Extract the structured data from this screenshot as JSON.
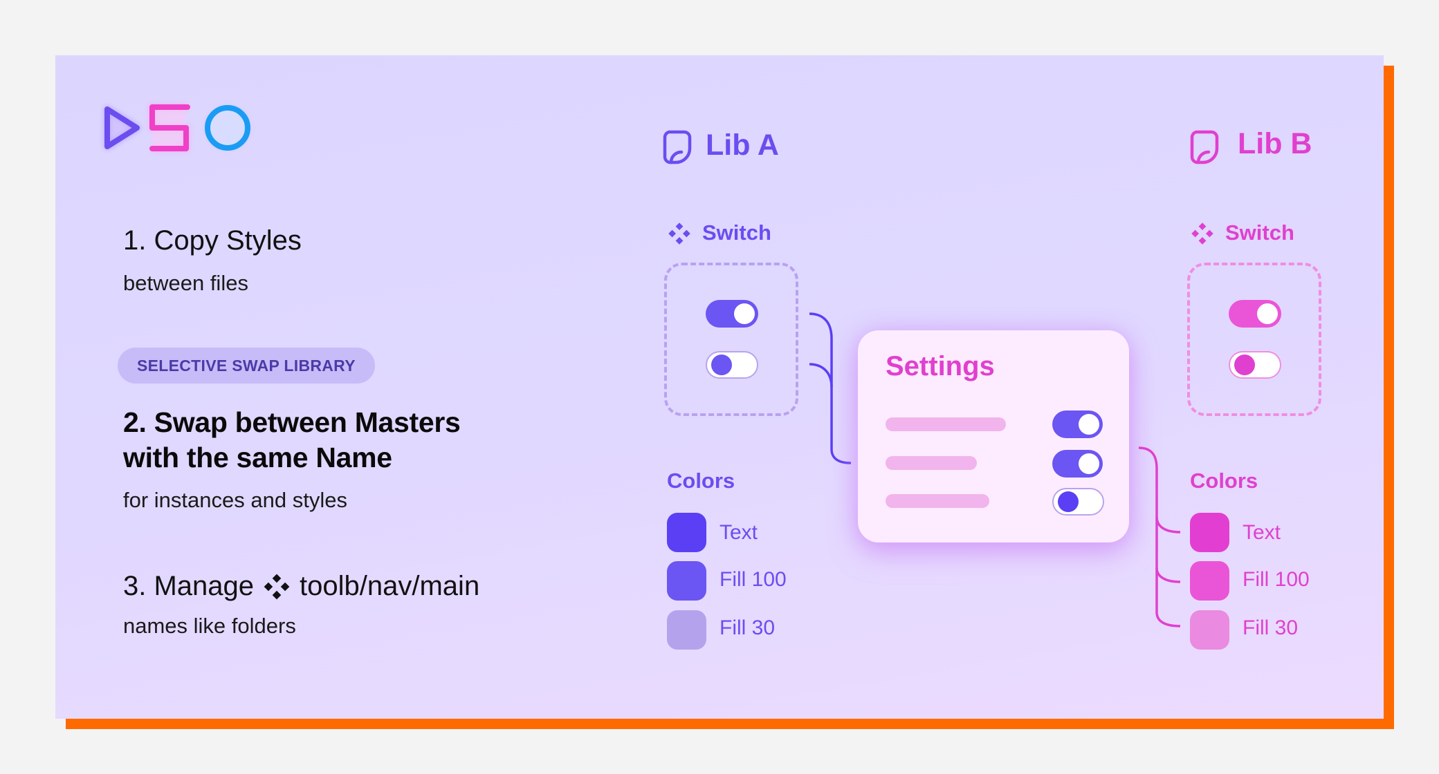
{
  "logo": {
    "glyphs": [
      "play-triangle",
      "S",
      "O"
    ],
    "colors": {
      "triangle": "#6b4df0",
      "s": "#f040c8",
      "o": "#1a9cf5"
    }
  },
  "left": {
    "step1": {
      "title": "1. Copy Styles",
      "subtitle": "between files"
    },
    "badge": "SELECTIVE SWAP LIBRARY",
    "step2": {
      "title_line1": "2. Swap between Masters",
      "title_line2": "with the same Name",
      "subtitle": "for instances and styles"
    },
    "step3": {
      "title_prefix": "3. Manage",
      "component_icon": "component-icon",
      "title_suffix": "toolb/nav/main",
      "subtitle": "names like folders"
    }
  },
  "lib_a": {
    "title": "Lib A",
    "color": "#6b4df0",
    "switch_label": "Switch",
    "switches": [
      {
        "state": "on"
      },
      {
        "state": "off"
      }
    ],
    "colors_label": "Colors",
    "colors": [
      {
        "label": "Text",
        "hex": "#5b3ff5"
      },
      {
        "label": "Fill 100",
        "hex": "#6b55f3"
      },
      {
        "label": "Fill 30",
        "hex": "#b4a3ec"
      }
    ]
  },
  "settings": {
    "title": "Settings",
    "rows": [
      {
        "toggle": "on"
      },
      {
        "toggle": "on"
      },
      {
        "toggle": "off"
      }
    ]
  },
  "lib_b": {
    "title": "Lib B",
    "color": "#e040cf",
    "switch_label": "Switch",
    "switches": [
      {
        "state": "on"
      },
      {
        "state": "off"
      }
    ],
    "colors_label": "Colors",
    "colors": [
      {
        "label": "Text",
        "hex": "#e23fd2"
      },
      {
        "label": "Fill 100",
        "hex": "#ea55d8"
      },
      {
        "label": "Fill 30",
        "hex": "#ea8ae0"
      }
    ]
  }
}
